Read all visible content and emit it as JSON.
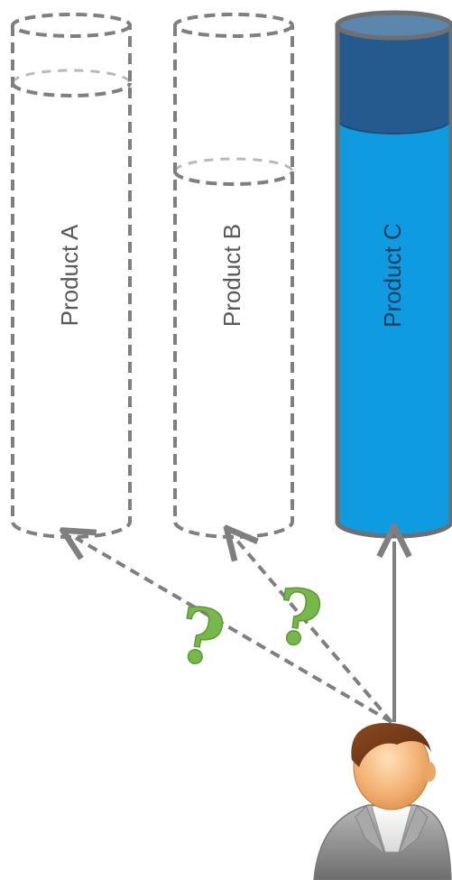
{
  "diagram": {
    "products": [
      {
        "label": "Product A",
        "state": "unselected"
      },
      {
        "label": "Product B",
        "state": "unselected"
      },
      {
        "label": "Product C",
        "state": "selected"
      }
    ],
    "question_mark": "?",
    "colors": {
      "dashed_outline": "#7f7f7f",
      "label_unselected": "#595959",
      "selected_body": "#0f9be0",
      "selected_band": "#255a8f",
      "selected_top": "#5b86ad",
      "selected_outline": "#6f6f6f",
      "selected_label": "#1f3f62",
      "question_mark": "#77b84a",
      "arrow": "#7f7f7f"
    },
    "icons": {
      "user": "person-avatar-icon"
    }
  }
}
